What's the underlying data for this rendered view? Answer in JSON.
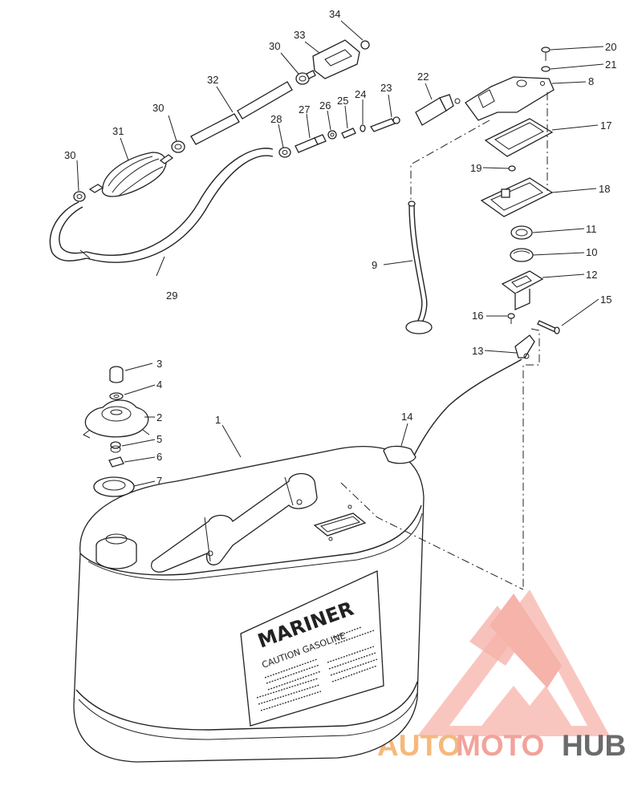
{
  "labels": {
    "p1": "1",
    "p2": "2",
    "p3": "3",
    "p4": "4",
    "p5": "5",
    "p6": "6",
    "p7": "7",
    "p8": "8",
    "p9": "9",
    "p10": "10",
    "p11": "11",
    "p12": "12",
    "p13": "13",
    "p14": "14",
    "p15": "15",
    "p16": "16",
    "p17": "17",
    "p18": "18",
    "p19": "19",
    "p20": "20",
    "p21": "21",
    "p22": "22",
    "p23": "23",
    "p24": "24",
    "p25": "25",
    "p26": "26",
    "p27": "27",
    "p28": "28",
    "p29": "29",
    "p30a": "30",
    "p30b": "30",
    "p30c": "30",
    "p31": "31",
    "p32": "32",
    "p33": "33",
    "p34": "34"
  },
  "tank": {
    "brand": "MARINER",
    "caution": "CAUTION GASOLINE"
  },
  "watermark": {
    "auto": "AUTO",
    "moto": "MOTO",
    "hub": "HUB",
    "color_primary": "#f2a39a",
    "color_secondary": "#f5b97a"
  }
}
